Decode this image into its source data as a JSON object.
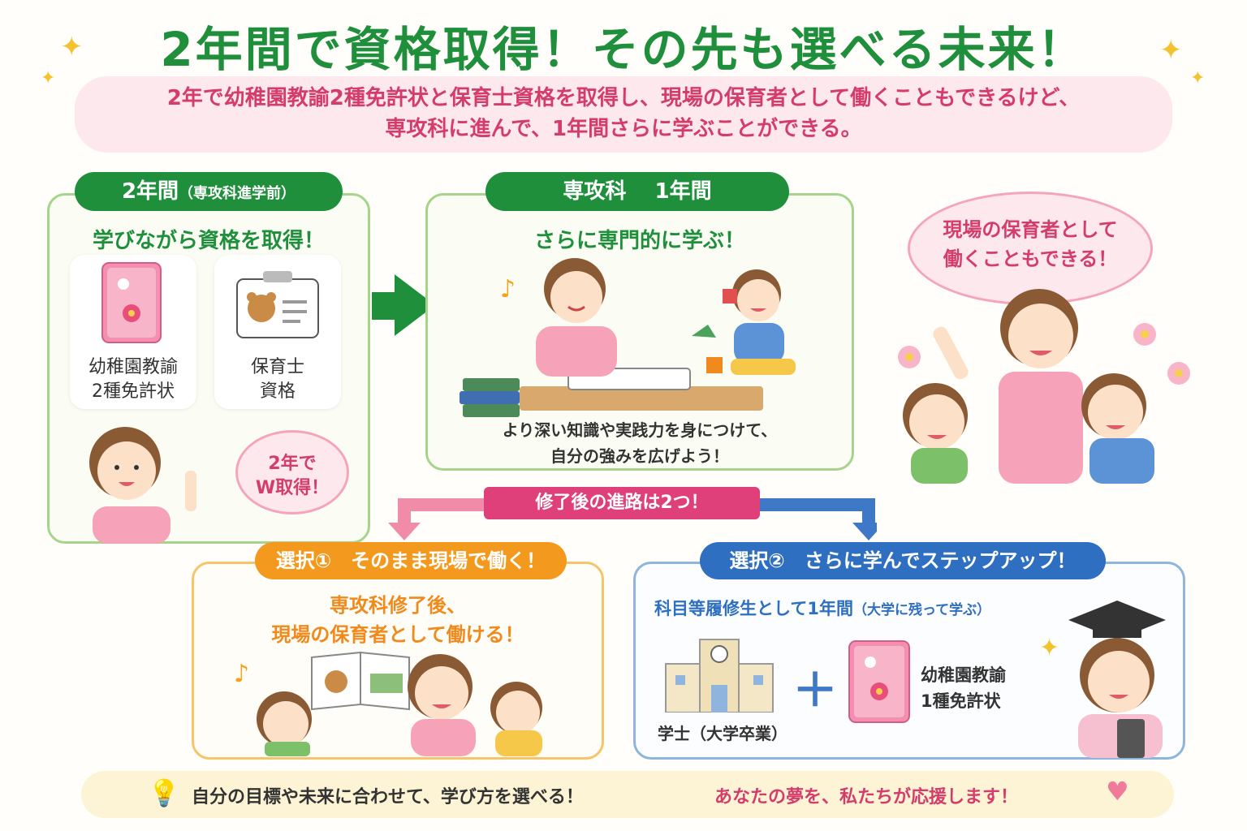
{
  "title": "2年間で資格取得！その先も選べる未来！",
  "intro": {
    "line1": "2年で幼稚園教諭2種免許状と保育士資格を取得し、現場の保育者として働くこともできるけど、",
    "line2": "専攻科に進んで、1年間さらに学ぶことができる。"
  },
  "panel1": {
    "tab_main": "2年間",
    "tab_sub": "（専攻科進学前）",
    "heading": "学びながら資格を取得！",
    "card1_line1": "幼稚園教諭",
    "card1_line2": "2種免許状",
    "card2_line1": "保育士",
    "card2_line2": "資格",
    "bubble_line1": "2年で",
    "bubble_line2": "W取得！"
  },
  "panel2": {
    "tab": "専攻科　 1年間",
    "heading": "さらに専門的に学ぶ！",
    "desc_line1": "より深い知識や実践力を身につけて、",
    "desc_line2": "自分の強みを広げよう！"
  },
  "right_bubble": {
    "line1": "現場の保育者として",
    "line2": "働くこともできる！"
  },
  "route_tag": "修了後の進路は2つ！",
  "option1": {
    "tab": "選択①　そのまま現場で働く！",
    "line1": "専攻科修了後、",
    "line2": "現場の保育者として働ける！"
  },
  "option2": {
    "tab": "選択②　さらに学んでステップアップ！",
    "heading_main": "科目等履修生として1年間",
    "heading_sub": "（大学に残って学ぶ）",
    "item1": "学士（大学卒業）",
    "plus": "＋",
    "item2_line1": "幼稚園教諭",
    "item2_line2": "1種免許状"
  },
  "footer": {
    "left": "自分の目標や未来に合わせて、学び方を選べる！",
    "right": "あなたの夢を、私たちが応援します！"
  },
  "colors": {
    "green": "#1f8f3c",
    "pink": "#d43d6b",
    "orange": "#f39a1e",
    "blue": "#2f6fc1"
  }
}
